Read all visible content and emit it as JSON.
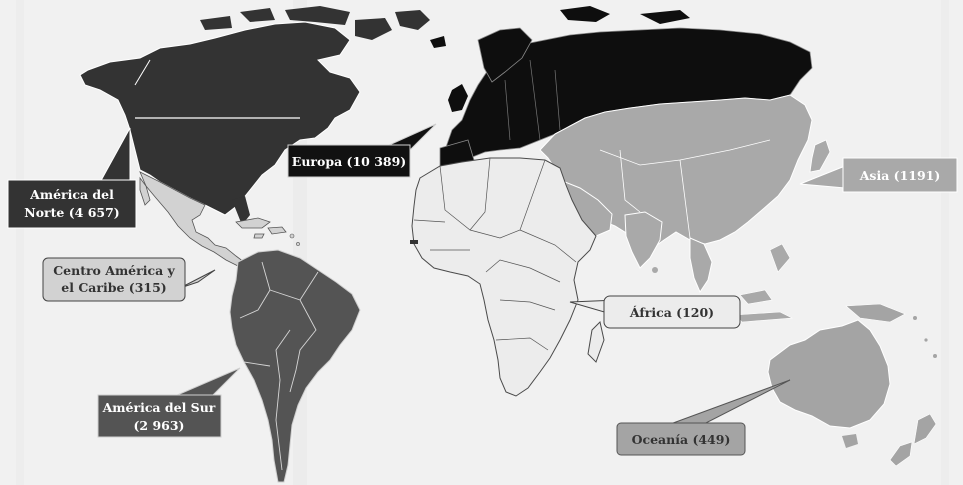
{
  "map": {
    "regions": [
      {
        "id": "north-america",
        "label_lines": [
          "América del",
          "Norte (4 657)"
        ],
        "value": 4657,
        "fill": "#333333",
        "text_color": "#ffffff"
      },
      {
        "id": "central-america-caribbean",
        "label_lines": [
          "Centro América y",
          "el Caribe (315)"
        ],
        "value": 315,
        "fill": "#d2d2d2",
        "text_color": "#333333"
      },
      {
        "id": "south-america",
        "label_lines": [
          "América del Sur",
          "(2 963)"
        ],
        "value": 2963,
        "fill": "#545454",
        "text_color": "#ffffff"
      },
      {
        "id": "europe",
        "label_lines": [
          "Europa (10 389)"
        ],
        "value": 10389,
        "fill": "#0e0e0e",
        "text_color": "#ffffff"
      },
      {
        "id": "asia",
        "label_lines": [
          "Asia (1191)"
        ],
        "value": 1191,
        "fill": "#a9a9a9",
        "text_color": "#ffffff"
      },
      {
        "id": "africa",
        "label_lines": [
          "África (120)"
        ],
        "value": 120,
        "fill": "#ececec",
        "text_color": "#333333"
      },
      {
        "id": "oceania",
        "label_lines": [
          "Oceanía (449)"
        ],
        "value": 449,
        "fill": "#a4a4a4",
        "text_color": "#333333"
      }
    ]
  }
}
